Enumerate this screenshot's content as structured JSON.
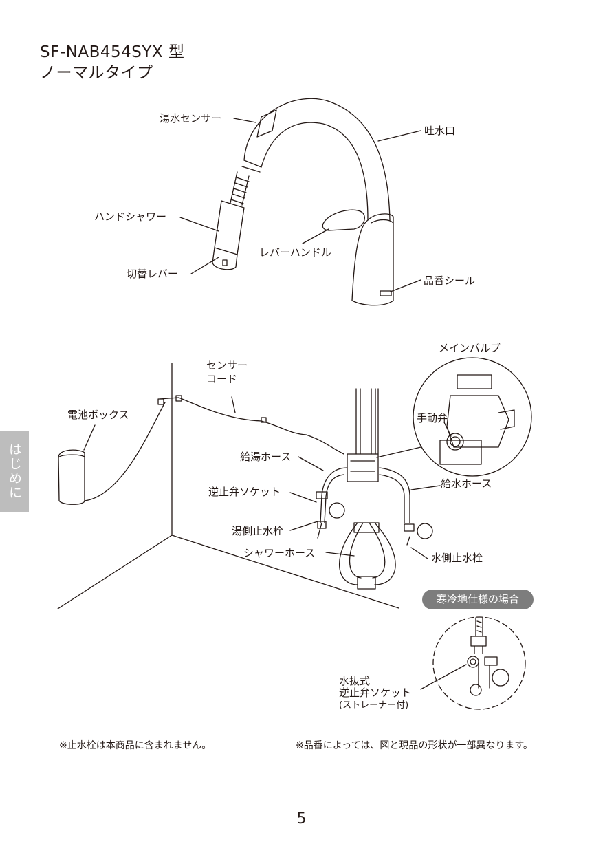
{
  "header": {
    "model": "SF-NAB454SYX 型",
    "type": "ノーマルタイプ"
  },
  "faucet_labels": {
    "sensor": "湯水センサー",
    "spout": "吐水口",
    "hand_shower": "ハンドシャワー",
    "lever_handle": "レバーハンドル",
    "switch_lever": "切替レバー",
    "product_seal": "品番シール"
  },
  "install_labels": {
    "main_valve": "メインバルブ",
    "manual_valve": "手動弁",
    "sensor_cord_1": "センサー",
    "sensor_cord_2": "コード",
    "battery_box": "電池ボックス",
    "hot_hose": "給湯ホース",
    "check_valve_socket": "逆止弁ソケット",
    "supply_hose": "給水ホース",
    "hot_stop_valve": "湯側止水栓",
    "shower_hose": "シャワーホース",
    "cold_stop_valve": "水側止水栓"
  },
  "cold_region": {
    "badge": "寒冷地仕様の場合",
    "line1": "水抜式",
    "line2": "逆止弁ソケット",
    "line3": "(ストレーナー付)"
  },
  "side_tab": "はじめに",
  "notes": {
    "left": "※止水栓は本商品に含まれません。",
    "right": "※品番によっては、図と現品の形状が一部異なります。"
  },
  "page_number": "5"
}
